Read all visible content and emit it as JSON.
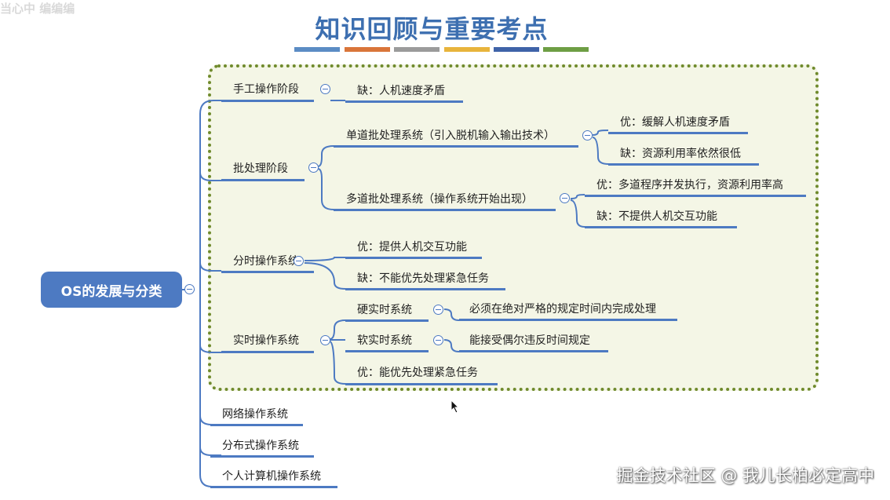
{
  "header": {
    "title": "知识回顾与重要考点",
    "stripe_colors": [
      "#5b8cc4",
      "#d9753a",
      "#9b9b9b",
      "#e8b43c",
      "#3f63a8",
      "#6e9e44"
    ]
  },
  "corner_text": "当心中 编编编",
  "watermark": "掘金技术社区 @ 我儿长柏必定高中",
  "root": {
    "label": "OS的发展与分类"
  },
  "branches": {
    "manual": {
      "label": "手工操作阶段",
      "con": "缺：人机速度矛盾"
    },
    "batch": {
      "label": "批处理阶段",
      "single": {
        "label": "单道批处理系统（引入脱机输入输出技术）",
        "pro": "优：缓解人机速度矛盾",
        "con": "缺：资源利用率依然很低"
      },
      "multi": {
        "label": "多道批处理系统（操作系统开始出现）",
        "pro": "优：多道程序并发执行，资源利用率高",
        "con": "缺：不提供人机交互功能"
      }
    },
    "timeshare": {
      "label": "分时操作系统",
      "pro": "优：提供人机交互功能",
      "con": "缺：不能优先处理紧急任务"
    },
    "realtime": {
      "label": "实时操作系统",
      "hard": {
        "label": "硬实时系统",
        "desc": "必须在绝对严格的规定时间内完成处理"
      },
      "soft": {
        "label": "软实时系统",
        "desc": "能接受偶尔违反时间规定"
      },
      "pro": "优：能优先处理紧急任务"
    },
    "network": {
      "label": "网络操作系统"
    },
    "distributed": {
      "label": "分布式操作系统"
    },
    "personal": {
      "label": "个人计算机操作系统"
    }
  }
}
